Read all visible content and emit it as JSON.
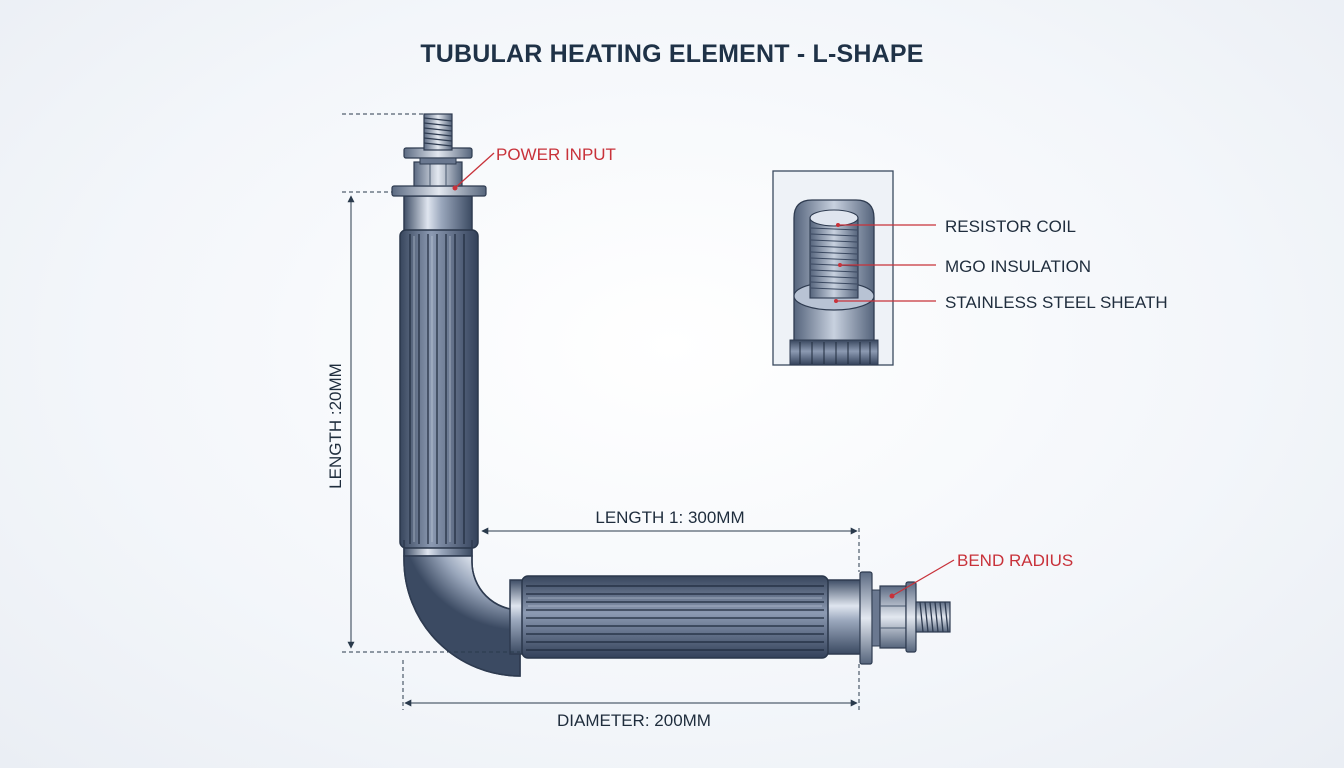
{
  "title": "TUBULAR HEATING ELEMENT - L-SHAPE",
  "callouts": {
    "power_input": "POWER INPUT",
    "bend_radius": "BEND RADIUS"
  },
  "dimensions": {
    "length_vertical": "LENGTH :20MM",
    "length_horizontal": "LENGTH 1: 300MM",
    "diameter": "DIAMETER: 200MM"
  },
  "cross_section": {
    "labels": [
      "RESISTOR COIL",
      "MGO INSULATION",
      "STAINLESS STEEL SHEATH"
    ]
  },
  "colors": {
    "title": "#1f3247",
    "callout_red": "#c8323a",
    "dimension_line": "#2a3a4c",
    "metal_dark": "#4a5a72",
    "metal_light": "#d7deea"
  }
}
